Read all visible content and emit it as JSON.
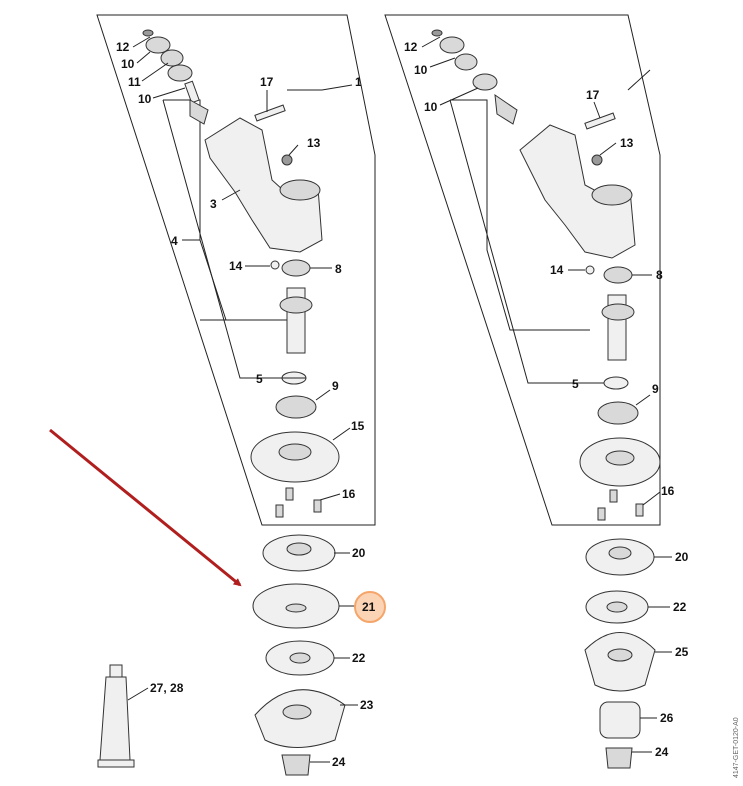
{
  "diagram": {
    "drawing_code": "4147-GET-0120-A0",
    "highlight_color": "#f5a56a",
    "arrow_color": "#b01e1e",
    "left_assembly": {
      "labels": {
        "p1": "1",
        "p3": "3",
        "p4": "4",
        "p5": "5",
        "p8": "8",
        "p9": "9",
        "p10a": "10",
        "p10b": "10",
        "p11": "11",
        "p12": "12",
        "p13": "13",
        "p14": "14",
        "p15": "15",
        "p16": "16",
        "p17": "17",
        "p20": "20",
        "p21": "21",
        "p22": "22",
        "p23": "23",
        "p24": "24",
        "p27": "27, 28"
      }
    },
    "right_assembly": {
      "labels": {
        "p5": "5",
        "p8": "8",
        "p9": "9",
        "p10a": "10",
        "p10b": "10",
        "p12": "12",
        "p13": "13",
        "p14": "14",
        "p16": "16",
        "p17": "17",
        "p20": "20",
        "p22": "22",
        "p25": "25",
        "p26": "26",
        "p24": "24"
      }
    }
  }
}
